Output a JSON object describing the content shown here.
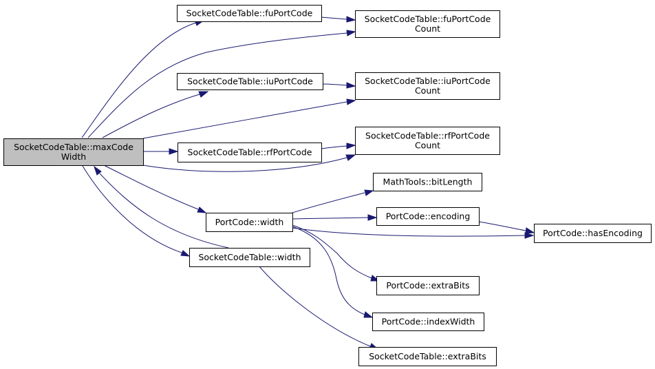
{
  "diagram": {
    "type": "call-graph",
    "colors": {
      "edge": "#191970",
      "node_border": "#000000",
      "node_fill": "#ffffff",
      "root_fill": "#bfbfbf"
    },
    "nodes": {
      "maxCodeWidth": [
        "SocketCodeTable::maxCode",
        "Width"
      ],
      "fuPortCode": [
        "SocketCodeTable::fuPortCode"
      ],
      "fuPortCodeCount": [
        "SocketCodeTable::fuPortCode",
        "Count"
      ],
      "iuPortCode": [
        "SocketCodeTable::iuPortCode"
      ],
      "iuPortCodeCount": [
        "SocketCodeTable::iuPortCode",
        "Count"
      ],
      "rfPortCode": [
        "SocketCodeTable::rfPortCode"
      ],
      "rfPortCodeCount": [
        "SocketCodeTable::rfPortCode",
        "Count"
      ],
      "portCodeWidth": [
        "PortCode::width"
      ],
      "socketWidth": [
        "SocketCodeTable::width"
      ],
      "bitLength": [
        "MathTools::bitLength"
      ],
      "encoding": [
        "PortCode::encoding"
      ],
      "hasEncoding": [
        "PortCode::hasEncoding"
      ],
      "extraBits": [
        "PortCode::extraBits"
      ],
      "indexWidth": [
        "PortCode::indexWidth"
      ],
      "socketExtraBits": [
        "SocketCodeTable::extraBits"
      ]
    },
    "root": "maxCodeWidth",
    "edges": [
      [
        "maxCodeWidth",
        "fuPortCode"
      ],
      [
        "maxCodeWidth",
        "fuPortCodeCount"
      ],
      [
        "maxCodeWidth",
        "iuPortCode"
      ],
      [
        "maxCodeWidth",
        "iuPortCodeCount"
      ],
      [
        "maxCodeWidth",
        "rfPortCode"
      ],
      [
        "maxCodeWidth",
        "rfPortCodeCount"
      ],
      [
        "maxCodeWidth",
        "portCodeWidth"
      ],
      [
        "maxCodeWidth",
        "socketWidth"
      ],
      [
        "fuPortCode",
        "fuPortCodeCount"
      ],
      [
        "iuPortCode",
        "iuPortCodeCount"
      ],
      [
        "rfPortCode",
        "rfPortCodeCount"
      ],
      [
        "portCodeWidth",
        "bitLength"
      ],
      [
        "portCodeWidth",
        "encoding"
      ],
      [
        "portCodeWidth",
        "hasEncoding"
      ],
      [
        "portCodeWidth",
        "extraBits"
      ],
      [
        "portCodeWidth",
        "indexWidth"
      ],
      [
        "encoding",
        "hasEncoding"
      ],
      [
        "socketWidth",
        "maxCodeWidth"
      ],
      [
        "socketWidth",
        "socketExtraBits"
      ]
    ]
  }
}
